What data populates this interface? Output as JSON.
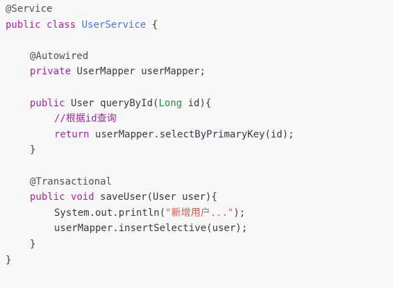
{
  "code": {
    "line1": {
      "annotation": "@Service"
    },
    "line2": {
      "kw1": "public",
      "kw2": "class",
      "classname": "UserService",
      "brace": "{"
    },
    "line3": {},
    "line4": {
      "annotation": "@Autowired"
    },
    "line5": {
      "kw": "private",
      "type": "UserMapper",
      "name": "userMapper;"
    },
    "line6": {},
    "line7": {
      "kw": "public",
      "type": "User",
      "method": "queryById(",
      "paramtype": "Long",
      "rest": "id){"
    },
    "line8": {
      "comment": "//根据id查询"
    },
    "line9": {
      "kw": "return",
      "rest": "userMapper.selectByPrimaryKey(id);"
    },
    "line10": {
      "brace": "}"
    },
    "line11": {},
    "line12": {
      "annotation": "@Transactional"
    },
    "line13": {
      "kw1": "public",
      "kw2": "void",
      "rest": "saveUser(User user){"
    },
    "line14": {
      "prefix": "System.out.println(",
      "string": "\"新增用户...\"",
      "suffix": ");"
    },
    "line15": {
      "rest": "userMapper.insertSelective(user);"
    },
    "line16": {
      "brace": "}"
    },
    "line17": {
      "brace": "}"
    }
  },
  "colors": {
    "background": "#f7f7f8",
    "keyword": "#a626a4",
    "classname": "#4078f2",
    "type_long": "#2b8a3e",
    "string": "#e45649",
    "text": "#383a42"
  }
}
